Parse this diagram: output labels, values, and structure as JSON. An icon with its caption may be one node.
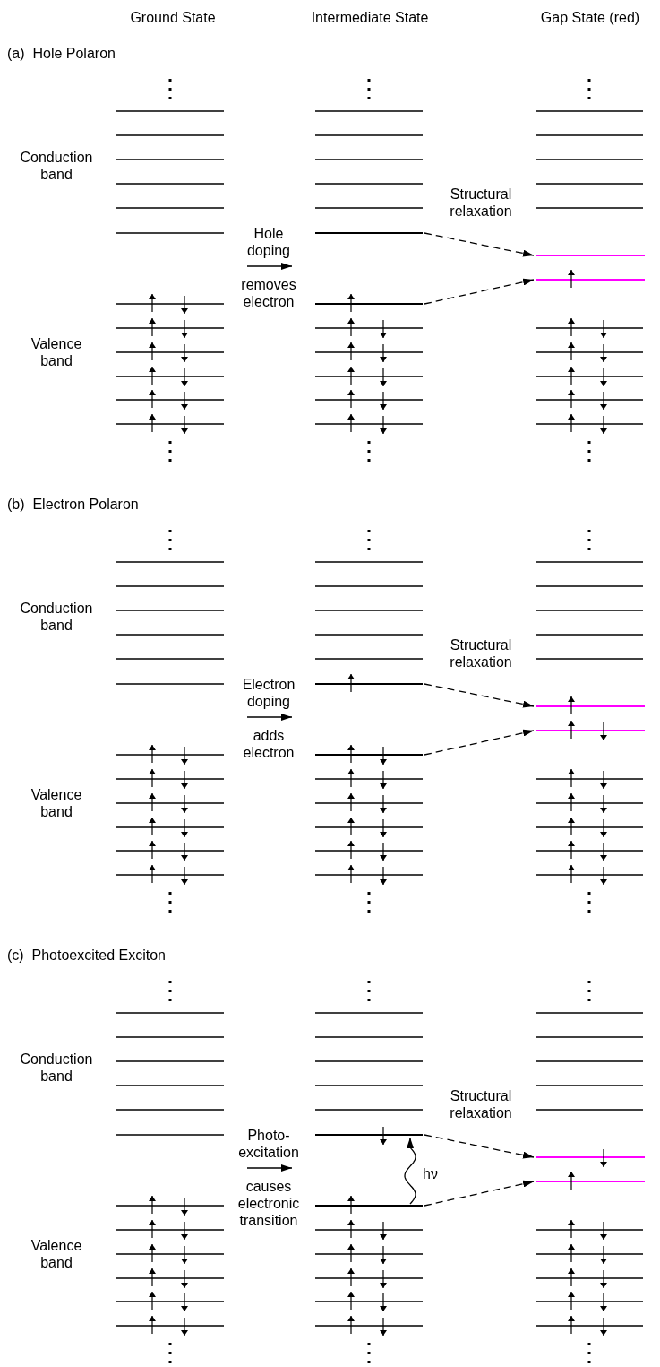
{
  "diagram": {
    "nodes": [
      {
        "text": [],
        "shape": "bar"
      },
      {
        "text": [],
        "shape": "bar"
      },
      {
        "text": [],
        "shape": "bar"
      },
      {
        "text": [],
        "shape": "bar"
      },
      {
        "text": [],
        "shape": "bar"
      },
      {
        "text": [],
        "shape": "bar"
      },
      {
        "text": [],
        "shape": "bar"
      },
      {
        "text": [],
        "shape": "bar"
      },
      {
        "text": [],
        "shape": "bar"
      },
      {
        "text": [],
        "shape": "bar"
      },
      {
        "text": [],
        "shape": "bar"
      },
      {
        "text": [],
        "shape": "bar"
      }
    ],
    "edges": [
      {
        "from": 0,
        "to": 1,
        "arrow": "to",
        "style": "dashed"
      },
      {
        "from": 3,
        "to": 2,
        "arrow": "to",
        "style": "dashed"
      },
      {
        "from": 4,
        "to": 5,
        "arrow": "to",
        "style": "dashed"
      },
      {
        "from": 7,
        "to": 6,
        "arrow": "to",
        "style": "dashed"
      },
      {
        "from": 8,
        "to": 9,
        "arrow": "to",
        "style": "dashed"
      },
      {
        "from": 11,
        "to": 10,
        "arrow": "to",
        "style": "dashed"
      },
      {
        "from": 11,
        "to": 8,
        "arrow": "to",
        "label": "hν"
      }
    ],
    "labels": [
      "Ground State",
      "Intermediate State",
      "Gap State (red)",
      "(a)  Hole Polaron",
      "Conduction band",
      "Hole doping",
      "removes electron",
      "Structural relaxation",
      "Valence band",
      "(b)  Electron Polaron",
      "Conduction band",
      "Electron doping",
      "adds electron",
      "Structural relaxation",
      "Valence band",
      "(c)  Photoexcited Exciton",
      "Conduction band",
      "Photo- excitation",
      "causes electronic transition",
      "Structural relaxation",
      "Valence band"
    ]
  }
}
